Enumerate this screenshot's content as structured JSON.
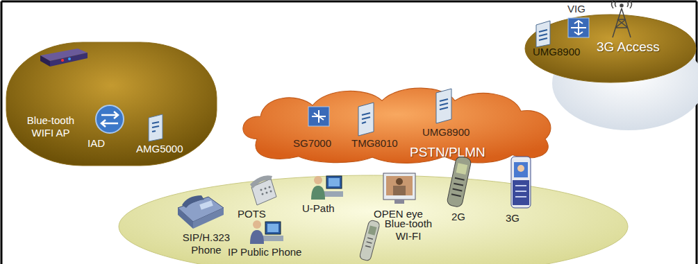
{
  "diagram": {
    "nodes": [
      {
        "text": [
          "Blue-tooth WIFI AP",
          "IAD",
          "AMG5000"
        ]
      },
      {
        "text": [
          "SG7000",
          "TMG8010",
          "UMG8900",
          "PSTN/PLMN"
        ]
      },
      {
        "text": [
          "VIG",
          "UMG8900",
          "3G Access"
        ]
      },
      {
        "text": [
          "SIP/H.323 Phone",
          "POTS",
          "U-Path",
          "IP Public Phone",
          "OPEN eye",
          "Blue-tooth WI-FI",
          "2G",
          "3G"
        ]
      }
    ]
  }
}
